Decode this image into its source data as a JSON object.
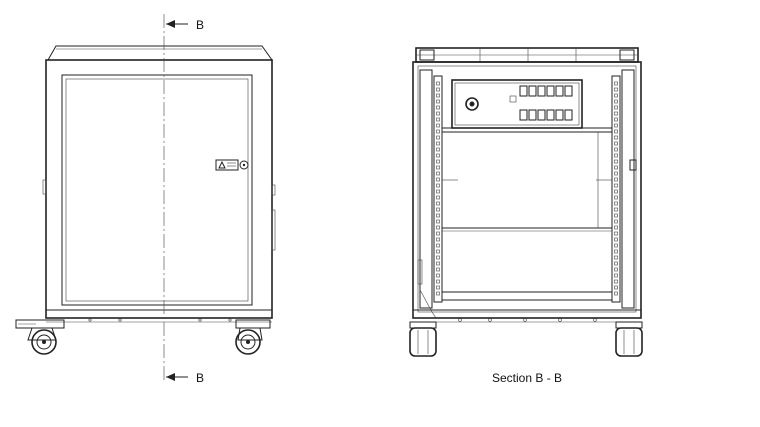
{
  "labels": {
    "section_marker_top": "B",
    "section_marker_bottom": "B",
    "section_caption": "Section B - B"
  },
  "colors": {
    "line": "#222222",
    "background": "#ffffff"
  }
}
